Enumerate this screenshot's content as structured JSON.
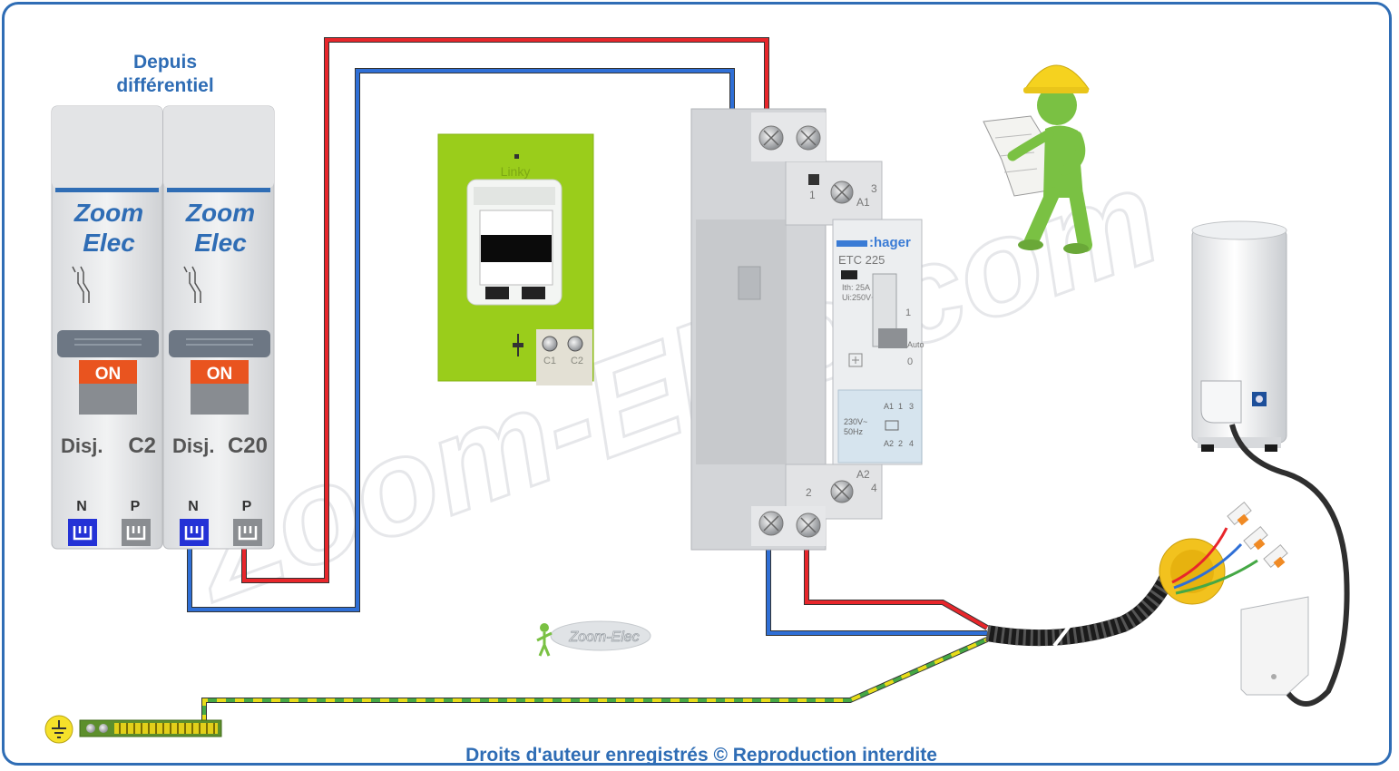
{
  "header": {
    "line1": "Depuis",
    "line2": "différentiel"
  },
  "breakers": [
    {
      "brand1": "Zoom",
      "brand2": "Elec",
      "state": "ON",
      "label": "Disj.",
      "rating": "C2",
      "n": "N",
      "p": "P"
    },
    {
      "brand1": "Zoom",
      "brand2": "Elec",
      "state": "ON",
      "label": "Disj.",
      "rating": "C20",
      "n": "N",
      "p": "P"
    }
  ],
  "meter": {
    "brand": "Linky",
    "c1": "C1",
    "c2": "C2"
  },
  "contactor": {
    "brand": ":hager",
    "model": "ETC 225",
    "ith": "Ith: 25A",
    "ui": "Ui:250V~",
    "t1": "1",
    "ta1": "A1",
    "t3": "3",
    "t2": "2",
    "ta2": "A2",
    "t4": "4",
    "sw1": "1",
    "swauto": "Auto",
    "sw0": "0",
    "coil_a1": "A1",
    "coil_1": "1",
    "coil_3": "3",
    "coil_a2": "A2",
    "coil_2": "2",
    "coil_4": "4",
    "coil_v": "230V~",
    "coil_hz": "50Hz"
  },
  "watermark": "Zoom-Elec.com",
  "logo": "Zoom-Elec",
  "footer": "Droits d'auteur enregistrés © Reproduction interdite",
  "colors": {
    "phase": "#e8262b",
    "neutral": "#2f6fd6",
    "earth_green": "#45a845",
    "earth_yellow": "#e8dc1a",
    "title": "#2f6db5",
    "meter": "#9acd1b"
  }
}
